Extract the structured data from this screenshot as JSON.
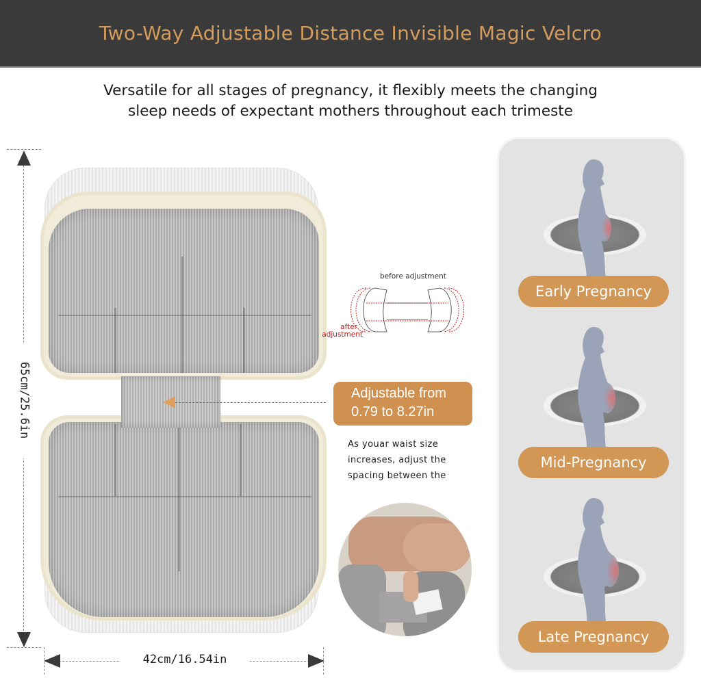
{
  "header": {
    "title": "Two-Way Adjustable Distance Invisible Magic Velcro"
  },
  "subtitle": {
    "line1": "Versatile for all stages of pregnancy, it flexibly meets the changing",
    "line2": "sleep needs of expectant mothers throughout each trimeste"
  },
  "dimensions": {
    "height_label": "65cm/25.6in",
    "width_label": "42cm/16.54in"
  },
  "adjustment_diagram": {
    "before_label": "before adjustment",
    "after_label_line1": "after",
    "after_label_line2": "adjustment"
  },
  "callout": {
    "line1": "Adjustable from",
    "line2": "0.79 to 8.27in",
    "description_line1": "As youar waist size",
    "description_line2": "increases, adjust the",
    "description_line3": "spacing between the"
  },
  "stages": [
    {
      "label": "Early Pregnancy"
    },
    {
      "label": "Mid-Pregnancy"
    },
    {
      "label": "Late Pregnancy"
    }
  ],
  "colors": {
    "header_bg": "#3a3a3a",
    "accent_orange": "#d29655",
    "title_gold": "#d39b5c",
    "panel_bg": "#e3e3e3",
    "figure_blue": "#9aa3b8",
    "belly_red": "#e07070"
  }
}
